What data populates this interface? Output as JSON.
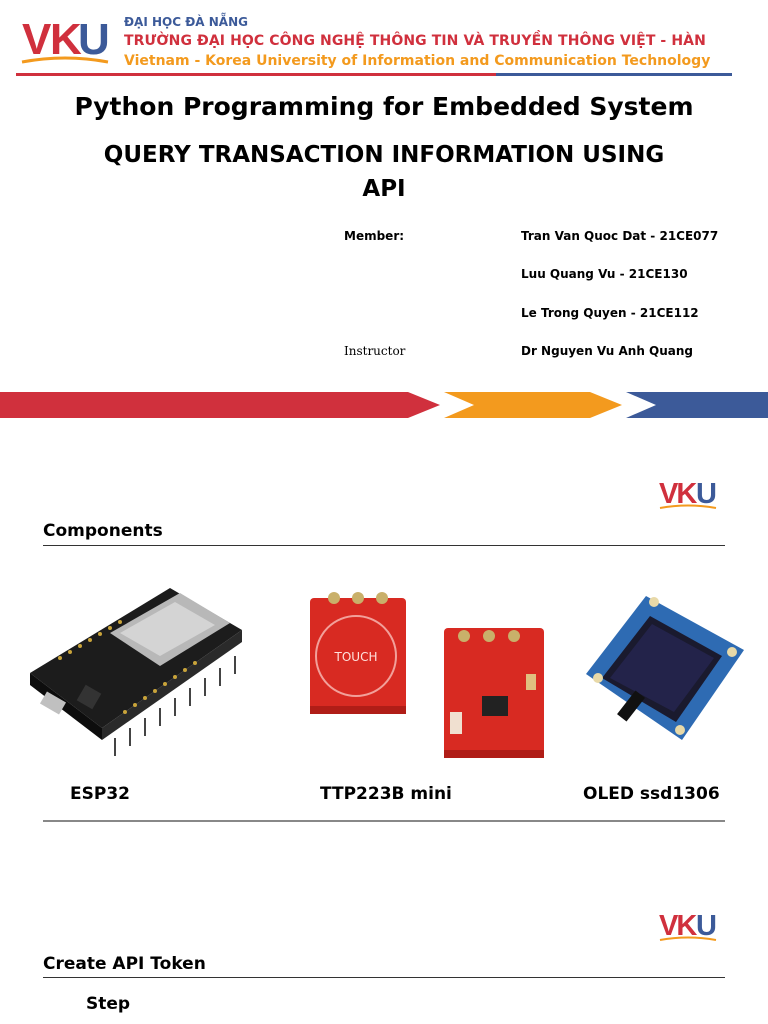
{
  "header": {
    "logo_text": "VKU",
    "university_short": "ĐẠI HỌC ĐÀ NẴNG",
    "university_vn": "TRƯỜNG ĐẠI HỌC CÔNG NGHỆ THÔNG TIN VÀ TRUYỀN THÔNG VIỆT - HÀN",
    "university_en": "Vietnam - Korea University of Information and Communication Technology"
  },
  "slide1": {
    "course": "Python Programming for Embedded System",
    "title": "QUERY TRANSACTION INFORMATION USING API",
    "member_label": "Member:",
    "members": [
      "Tran Van Quoc Dat - 21CE077",
      "Luu Quang Vu - 21CE130",
      "Le Trong Quyen - 21CE112"
    ],
    "instructor_label": "Instructor",
    "instructor": "Dr Nguyen Vu Anh Quang"
  },
  "slide2": {
    "title": "Components",
    "components": [
      {
        "label": "ESP32",
        "touch_text": ""
      },
      {
        "label": "TTP223B mini",
        "touch_text": "TOUCH"
      },
      {
        "label": "OLED ssd1306",
        "touch_text": ""
      }
    ]
  },
  "slide3": {
    "title": "Create API Token",
    "step": "Step"
  },
  "colors": {
    "red": "#d0303d",
    "orange": "#f39a1e",
    "blue": "#3c5a99"
  }
}
